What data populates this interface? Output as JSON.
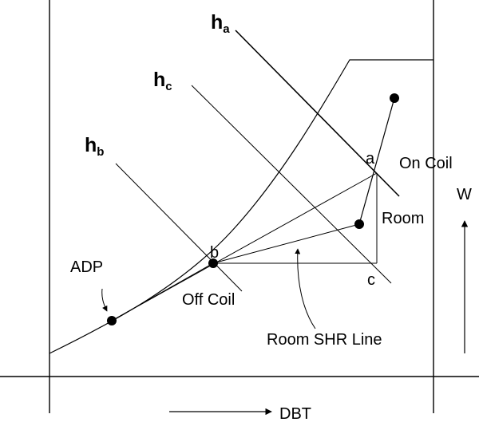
{
  "enthalpy_lines": {
    "ha": {
      "main": "h",
      "sub": "a"
    },
    "hc": {
      "main": "h",
      "sub": "c"
    },
    "hb": {
      "main": "h",
      "sub": "b"
    }
  },
  "points": {
    "a": "a",
    "b": "b",
    "c": "c"
  },
  "labels": {
    "on_coil": "On Coil",
    "room": "Room",
    "adp": "ADP",
    "off_coil": "Off Coil",
    "room_shr_line": "Room SHR Line"
  },
  "axes": {
    "x_label": "DBT",
    "y_label": "W"
  }
}
